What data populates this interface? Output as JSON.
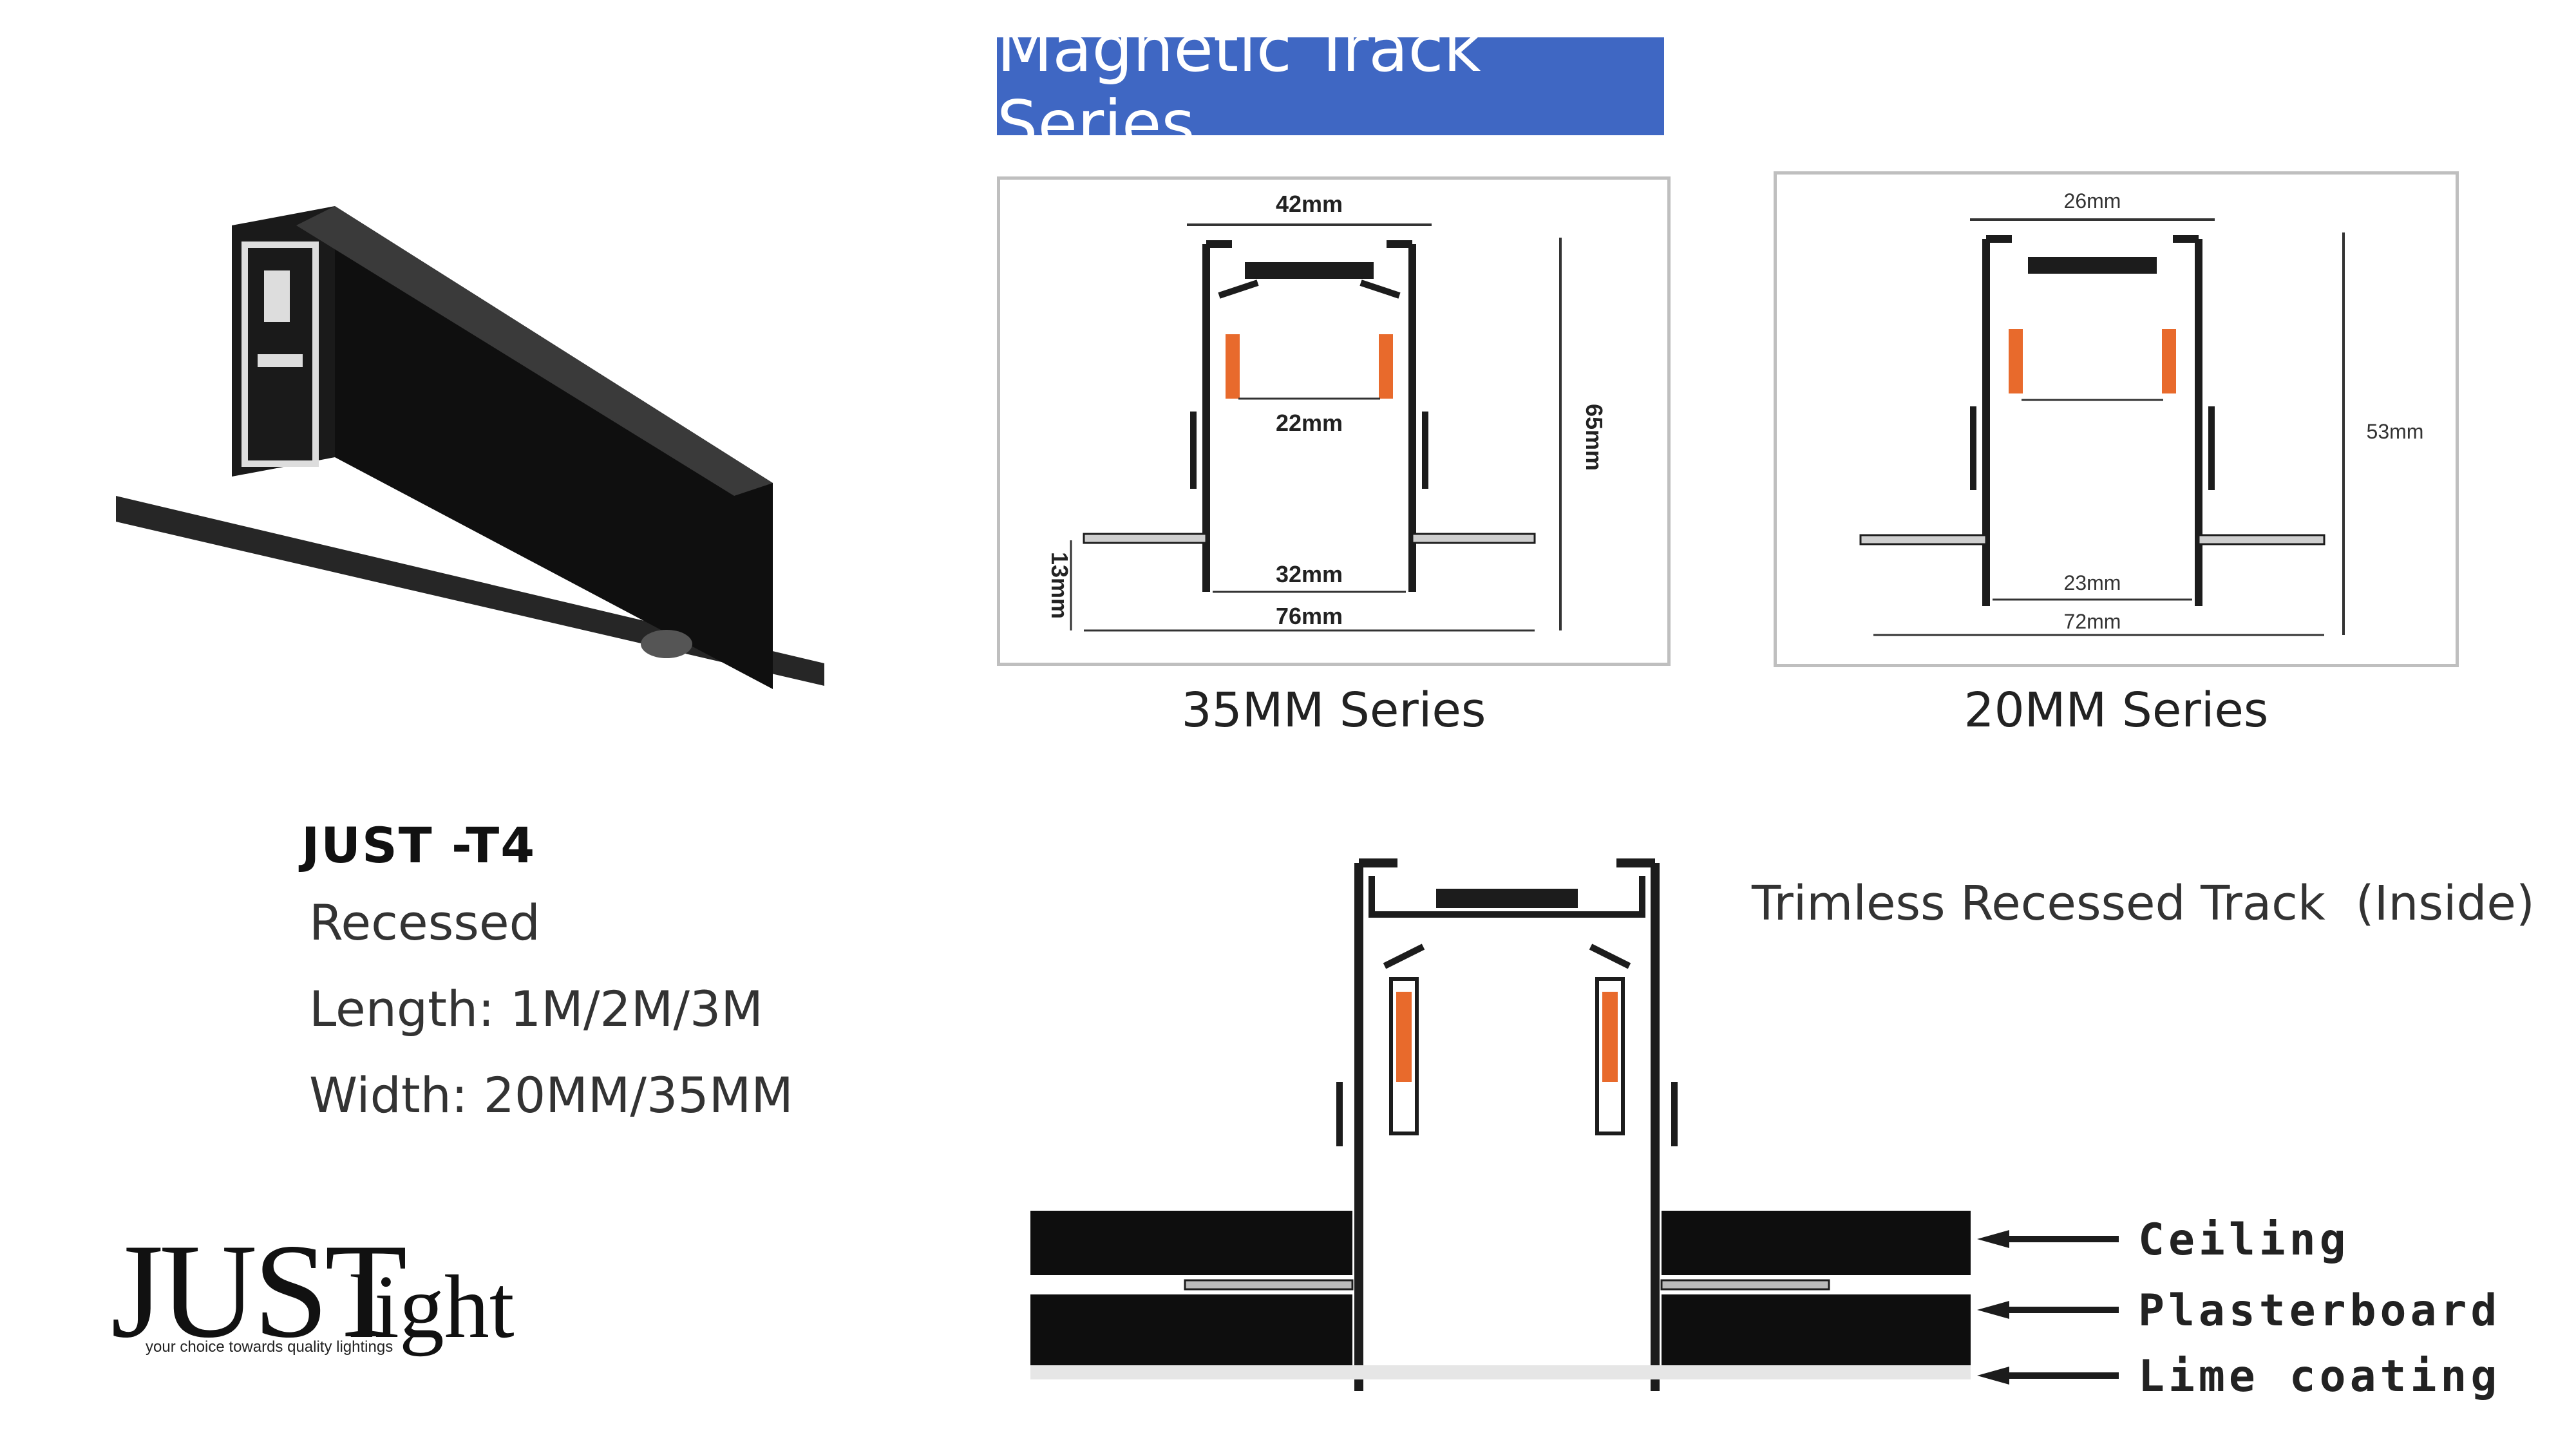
{
  "banner": {
    "title": "Magnetic Track Series"
  },
  "series_35": {
    "label": "35MM Series",
    "dims": {
      "top_width": "42mm",
      "inner_width": "22mm",
      "base_inner": "32mm",
      "base_total": "76mm",
      "height": "65mm",
      "flange": "13mm"
    }
  },
  "series_20": {
    "label": "20MM Series",
    "dims": {
      "top_width": "26mm",
      "height": "53mm",
      "base_inner": "23mm",
      "base_total": "72mm"
    }
  },
  "product": {
    "model": "JUST -T4",
    "specs": [
      "Recessed",
      "Length: 1M/2M/3M",
      "Width: 20MM/35MM"
    ]
  },
  "brand": {
    "name_main": "JUST",
    "name_light": "light",
    "tagline": "your choice towards quality lightings"
  },
  "section": {
    "title": "Trimless Recessed Track  (Inside)",
    "layers": [
      "Ceiling",
      "Plasterboard",
      "Lime coating"
    ]
  },
  "colors": {
    "banner": "#3f67c3",
    "profile": "#1c1c1c",
    "contact": "#e86a2c"
  }
}
